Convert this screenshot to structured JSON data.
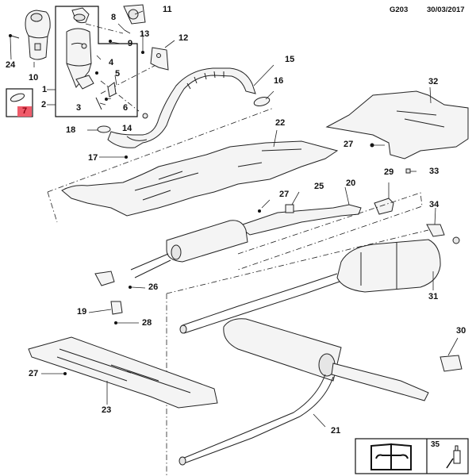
{
  "header": {
    "diagram_code": "G203",
    "date": "30/03/2017"
  },
  "highlight_color": "#ef5b6a",
  "callouts": [
    {
      "id": "c1",
      "label": "1"
    },
    {
      "id": "c2",
      "label": "2"
    },
    {
      "id": "c3",
      "label": "3"
    },
    {
      "id": "c4",
      "label": "4"
    },
    {
      "id": "c5",
      "label": "5"
    },
    {
      "id": "c6",
      "label": "6"
    },
    {
      "id": "c7",
      "label": "7",
      "highlighted": true
    },
    {
      "id": "c8",
      "label": "8"
    },
    {
      "id": "c9",
      "label": "9"
    },
    {
      "id": "c10",
      "label": "10"
    },
    {
      "id": "c11",
      "label": "11"
    },
    {
      "id": "c12",
      "label": "12"
    },
    {
      "id": "c13",
      "label": "13"
    },
    {
      "id": "c14",
      "label": "14"
    },
    {
      "id": "c15",
      "label": "15"
    },
    {
      "id": "c16",
      "label": "16"
    },
    {
      "id": "c17",
      "label": "17"
    },
    {
      "id": "c18",
      "label": "18"
    },
    {
      "id": "c19",
      "label": "19"
    },
    {
      "id": "c20",
      "label": "20"
    },
    {
      "id": "c21",
      "label": "21"
    },
    {
      "id": "c22",
      "label": "22"
    },
    {
      "id": "c23",
      "label": "23"
    },
    {
      "id": "c24",
      "label": "24"
    },
    {
      "id": "c25",
      "label": "25"
    },
    {
      "id": "c26",
      "label": "26"
    },
    {
      "id": "c27a",
      "label": "27"
    },
    {
      "id": "c27b",
      "label": "27"
    },
    {
      "id": "c27c",
      "label": "27"
    },
    {
      "id": "c28",
      "label": "28"
    },
    {
      "id": "c29",
      "label": "29"
    },
    {
      "id": "c30",
      "label": "30"
    },
    {
      "id": "c31",
      "label": "31"
    },
    {
      "id": "c32",
      "label": "32"
    },
    {
      "id": "c33",
      "label": "33"
    },
    {
      "id": "c34",
      "label": "34"
    },
    {
      "id": "c35",
      "label": "35"
    }
  ],
  "legend_box": {
    "manual_icon": "repair-manual-wrench-icon",
    "item_number": "35",
    "item_icon": "sealant-tube-icon"
  }
}
